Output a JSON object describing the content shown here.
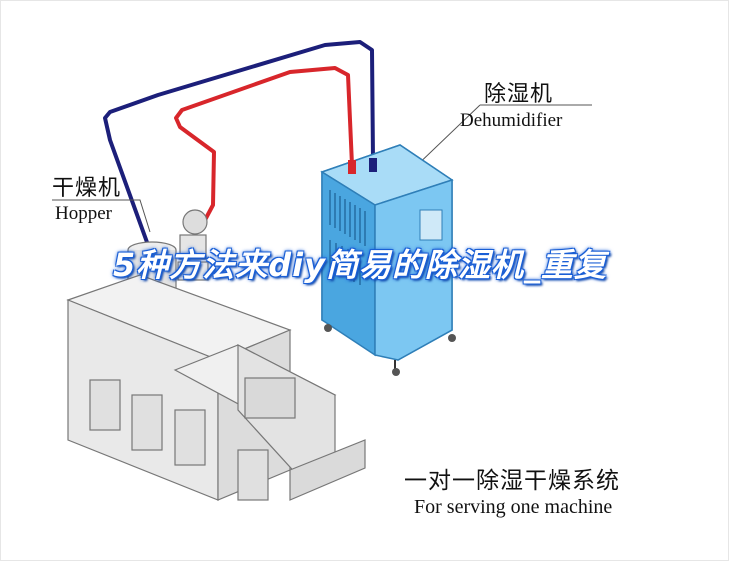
{
  "labels": {
    "dehumidifier_cn": "除湿机",
    "dehumidifier_en": "Dehumidifier",
    "hopper_cn": "干燥机",
    "hopper_en": "Hopper",
    "system_cn": "一对一除湿干燥系统",
    "system_en": "For serving one machine"
  },
  "overlay_title": "5种方法来diy简易的除湿机_重复",
  "colors": {
    "return_pipe": "#1c1f7a",
    "supply_pipe": "#d8262b",
    "dehumidifier_body": "#5fb6ea",
    "overlay_glow": "#1a5fd6"
  }
}
